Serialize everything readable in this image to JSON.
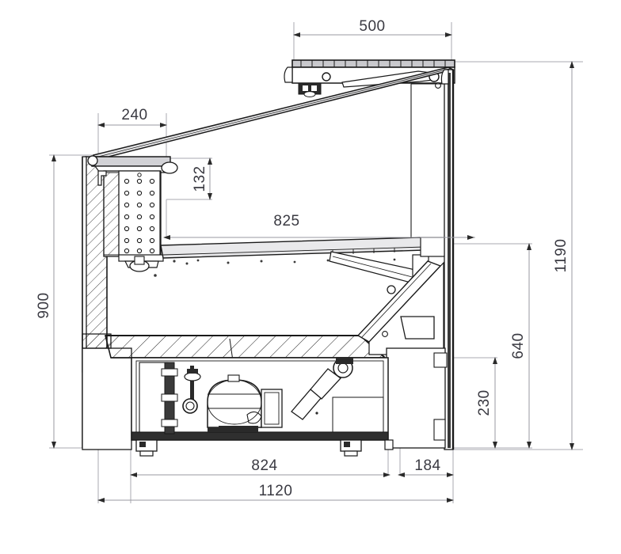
{
  "drawing": {
    "type": "technical-cross-section",
    "subject": "refrigerated serve-over display counter side elevation",
    "units": "mm",
    "line_color": "#1a1a1a",
    "dimension_line_color": "#9a9aa2",
    "dimension_text_color": "#3a3a42",
    "background": "#ffffff"
  },
  "dimensions": {
    "top_canopy_width": {
      "value": "500",
      "orientation": "horizontal",
      "label": "500"
    },
    "canopy_overhang": {
      "value": "240",
      "orientation": "horizontal",
      "label": "240"
    },
    "upper_grille_height": {
      "value": "132",
      "orientation": "vertical",
      "label": "132"
    },
    "display_deck_width": {
      "value": "825",
      "orientation": "horizontal",
      "label": "825"
    },
    "front_height": {
      "value": "900",
      "orientation": "vertical",
      "label": "900"
    },
    "overall_height": {
      "value": "1190",
      "orientation": "vertical",
      "label": "1190"
    },
    "deck_height": {
      "value": "640",
      "orientation": "vertical",
      "label": "640"
    },
    "base_height": {
      "value": "230",
      "orientation": "vertical",
      "label": "230"
    },
    "cabinet_width": {
      "value": "824",
      "orientation": "horizontal",
      "label": "824"
    },
    "rear_section_width": {
      "value": "184",
      "orientation": "horizontal",
      "label": "184"
    },
    "overall_width": {
      "value": "1120",
      "orientation": "horizontal",
      "label": "1120"
    }
  },
  "components": {
    "canopy": "top-canopy",
    "glass": "sloped-front-glass",
    "grille": "perforated-air-grille",
    "deck": "display-deck-shelf",
    "insulation": "hatched-insulation-panel",
    "machinery": "compressor-assembly",
    "condenser": "condenser-unit",
    "fan": "fan-motor",
    "rear_post": "rear-vertical-post",
    "feet": "adjustable-feet",
    "strut": "diagonal-support-strut",
    "bracket": "triangular-bracket"
  }
}
